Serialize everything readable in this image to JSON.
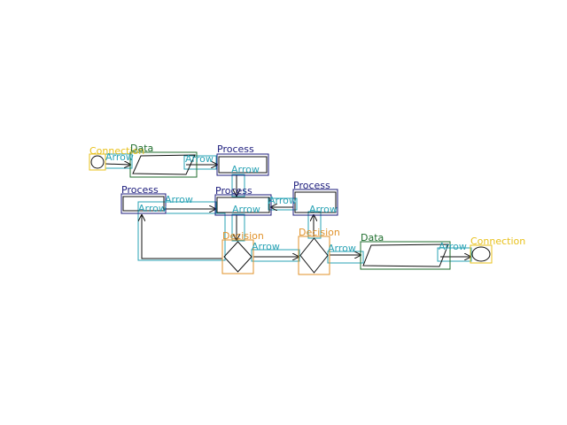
{
  "colors": {
    "process": "#1c1c7c",
    "data": "#1f6e2e",
    "decision": "#e0922a",
    "connection": "#e8c01a",
    "arrow": "#2aa3b5",
    "ink": "#111111"
  },
  "nodes": [
    {
      "id": "n1",
      "type": "connection",
      "label": "Connection"
    },
    {
      "id": "n2",
      "type": "data",
      "label": "Data"
    },
    {
      "id": "n3",
      "type": "process",
      "label": "Process"
    },
    {
      "id": "n4",
      "type": "process",
      "label": "Process"
    },
    {
      "id": "n5",
      "type": "process",
      "label": "Process"
    },
    {
      "id": "n6",
      "type": "process",
      "label": "Process"
    },
    {
      "id": "n7",
      "type": "decision",
      "label": "Decision"
    },
    {
      "id": "n8",
      "type": "decision",
      "label": "Decision"
    },
    {
      "id": "n9",
      "type": "data",
      "label": "Data"
    },
    {
      "id": "n10",
      "type": "connection",
      "label": "Connection"
    }
  ],
  "edges": [
    {
      "id": "e1",
      "from": "n1",
      "to": "n2",
      "label": "Arrow"
    },
    {
      "id": "e2",
      "from": "n2",
      "to": "n3",
      "label": "Arrow"
    },
    {
      "id": "e3",
      "from": "n3",
      "to": "n5",
      "label": "Arrow"
    },
    {
      "id": "e4",
      "from": "n4",
      "to": "n5",
      "label": "Arrow"
    },
    {
      "id": "e5",
      "from": "n6",
      "to": "n5",
      "label": "Arrow"
    },
    {
      "id": "e6",
      "from": "n5",
      "to": "n7",
      "label": "Arrow"
    },
    {
      "id": "e7",
      "from": "n7",
      "to": "n4",
      "label": "Arrow"
    },
    {
      "id": "e8",
      "from": "n7",
      "to": "n8",
      "label": "Arrow"
    },
    {
      "id": "e9",
      "from": "n8",
      "to": "n6",
      "label": "Arrow"
    },
    {
      "id": "e10",
      "from": "n8",
      "to": "n9",
      "label": "Arrow"
    },
    {
      "id": "e11",
      "from": "n9",
      "to": "n10",
      "label": "Arrow"
    }
  ]
}
